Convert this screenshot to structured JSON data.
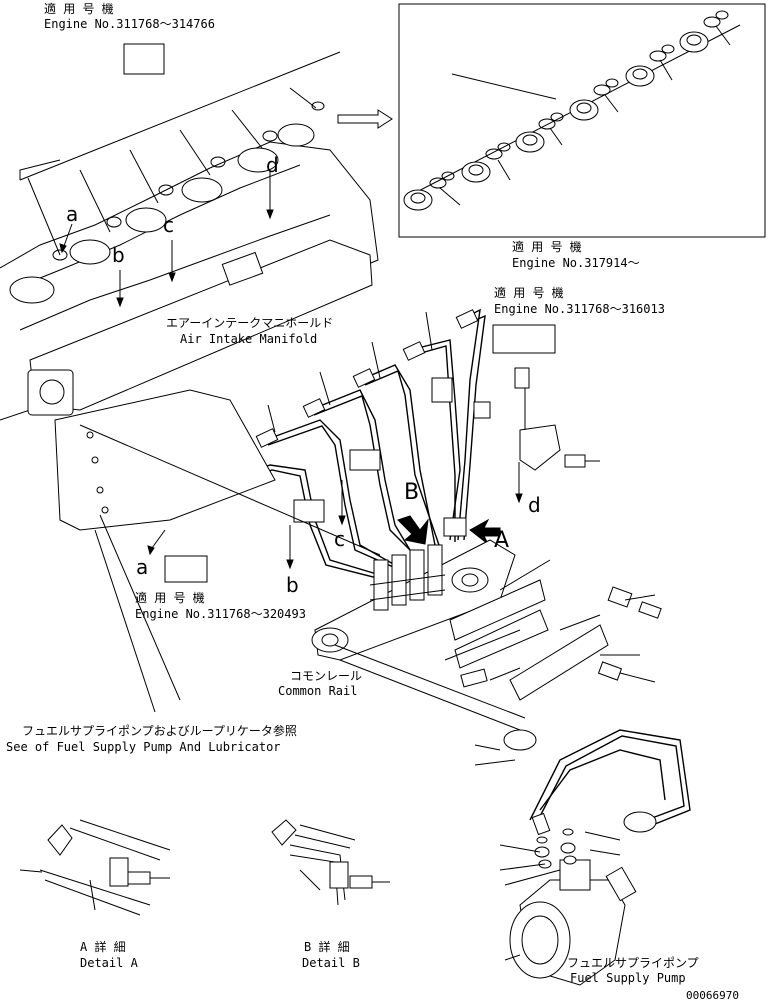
{
  "labels": {
    "top_applies_jp": "適 用 号 機",
    "top_engine": "Engine No.311768～314766",
    "inset_applies_jp": "適 用 号 機",
    "inset_engine": "Engine No.317914～",
    "mid_applies_jp": "適 用 号 機",
    "mid_engine": "Engine No.311768～316013",
    "manifold_jp": "エアーインテークマニホールド",
    "manifold_en": "Air Intake Manifold",
    "left_applies_jp": "適 用 号 機",
    "left_engine": "Engine No.311768～320493",
    "rail_jp": "コモンレール",
    "rail_en": "Common Rail",
    "pump_ref_jp": "フュエルサプライポンプおよびループリケータ参照",
    "pump_ref_en": "See of Fuel Supply Pump And Lubricator",
    "detail_a_jp": "A 詳 細",
    "detail_a_en": "Detail A",
    "detail_b_jp": "B 詳 細",
    "detail_b_en": "Detail B",
    "pump_jp": "フュエルサプライポンプ",
    "pump_en": "Fuel Supply Pump",
    "drawing_no": "00066970"
  },
  "callouts": {
    "a": "a",
    "b": "b",
    "c": "c",
    "d": "d",
    "A": "A",
    "B": "B"
  }
}
